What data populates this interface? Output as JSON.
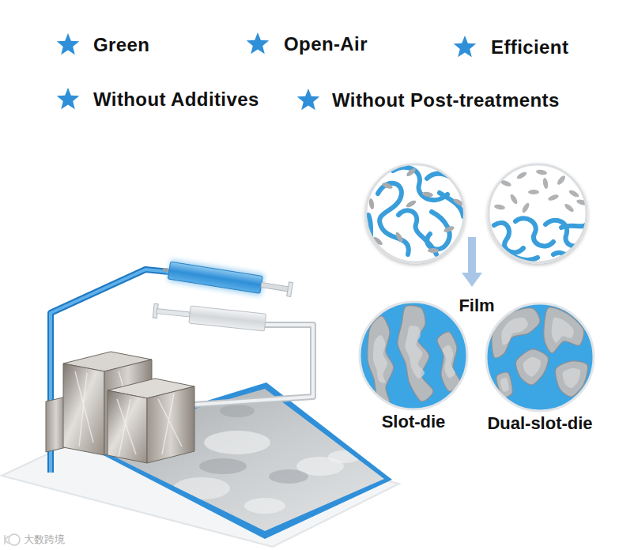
{
  "diagram": {
    "nodes": [
      {
        "text": [
          "Slot-die"
        ]
      },
      {
        "text": [
          "Dual-slot-die"
        ]
      }
    ],
    "labels": [
      "Green",
      "Open-Air",
      "Efficient",
      "Without Additives",
      "Without Post-treatments",
      "Film",
      "大数跨境"
    ]
  }
}
